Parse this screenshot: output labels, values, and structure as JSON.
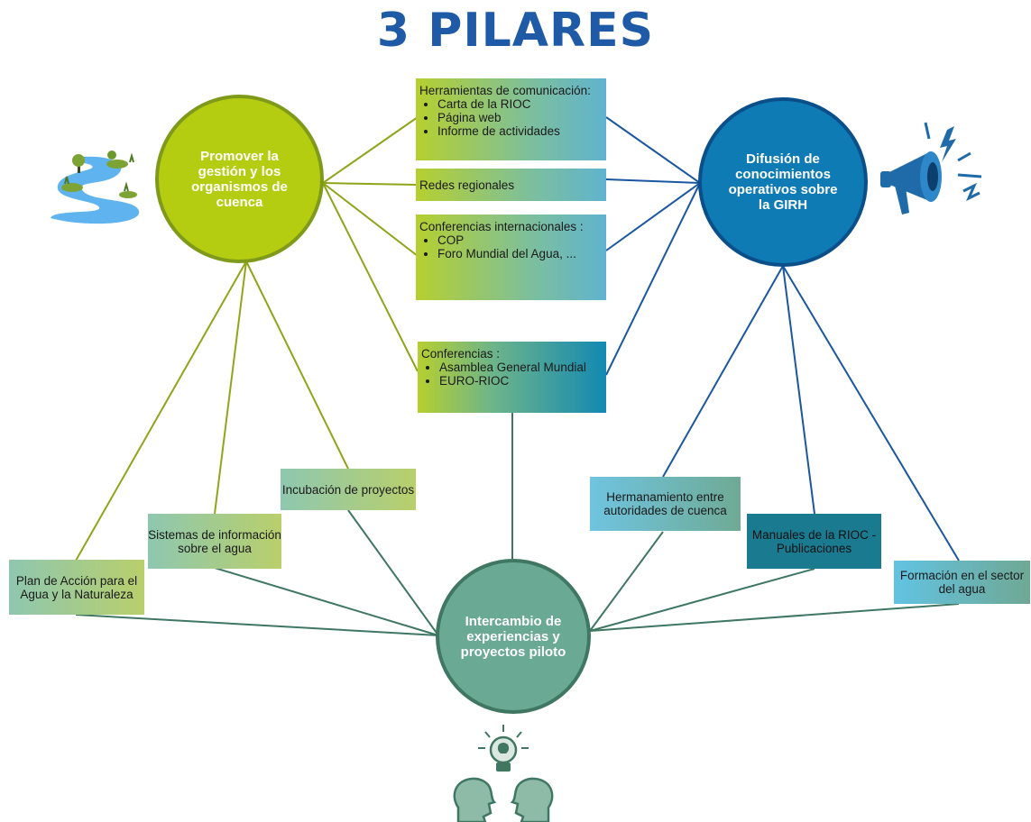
{
  "title": "3 PILARES",
  "colors": {
    "title": "#1f5aa6",
    "pillar_green": "#b5cd10",
    "pillar_blue": "#0f7bb4",
    "pillar_teal": "#6aa993",
    "line_green": "#8ea51a",
    "line_blue": "#1a57a0",
    "line_teal": "#3f7762"
  },
  "pillars": {
    "promover": "Promover la gestión y los organismos de cuenca",
    "difusion": "Difusión de conocimientos operativos sobre la GIRH",
    "intercambio": "Intercambio de experiencias y proyectos piloto"
  },
  "center_boxes": {
    "herramientas": {
      "heading": "Herramientas de comunicación:",
      "items": [
        "Carta de la RIOC",
        "Página web",
        "Informe de actividades"
      ]
    },
    "redes": "Redes regionales",
    "conferencias_int": {
      "heading": "Conferencias internacionales :",
      "items": [
        "COP",
        "Foro Mundial del Agua, ..."
      ]
    },
    "conferencias": {
      "heading": "Conferencias :",
      "items": [
        "Asamblea General Mundial",
        "EURO-RIOC"
      ]
    }
  },
  "left_boxes": {
    "incubacion": "Incubación de proyectos",
    "sistemas": "Sistemas de información sobre el agua",
    "plan": "Plan de Acción para el Agua y la Naturaleza"
  },
  "right_boxes": {
    "hermanamiento": "Hermanamiento entre autoridades de cuenca",
    "manuales": "Manuales de la RIOC - Publicaciones",
    "formacion": "Formación en el sector del agua"
  },
  "icons": {
    "river": "river-landscape-icon",
    "megaphone": "megaphone-icon",
    "heads": "heads-lightbulb-icon"
  }
}
